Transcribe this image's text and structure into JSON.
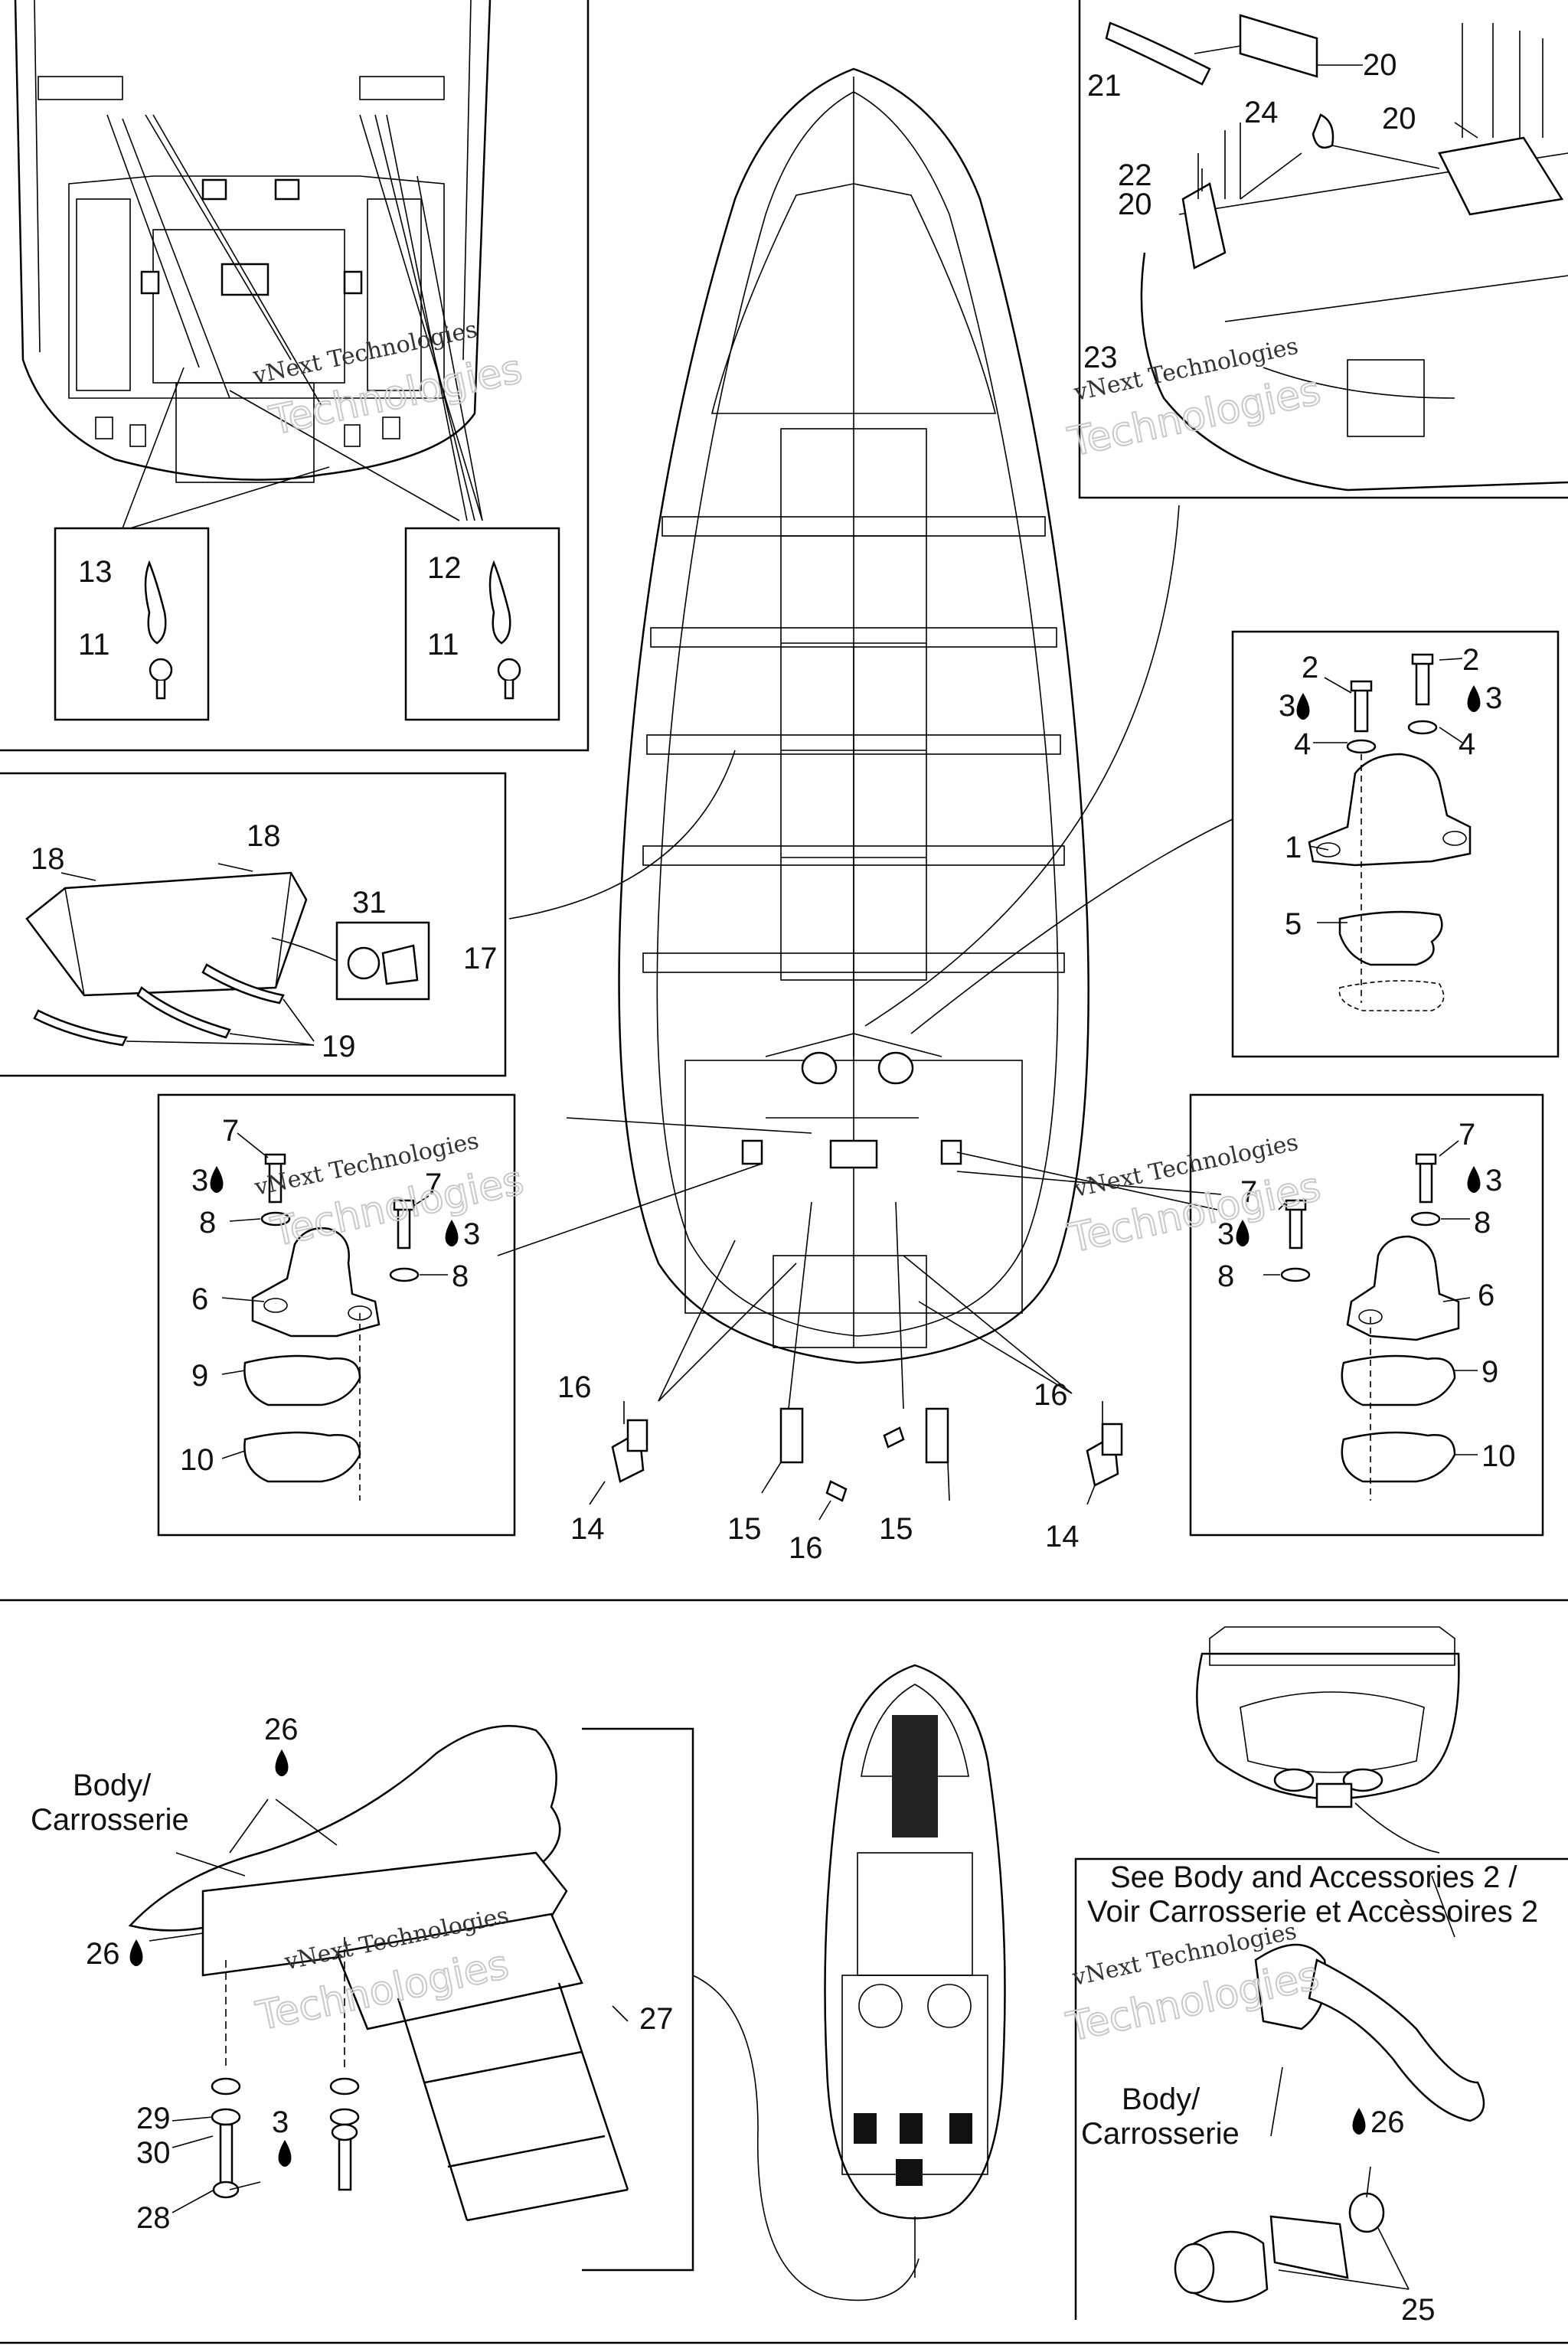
{
  "watermark": {
    "line1": "vNext Technologies",
    "line2": "Technologies"
  },
  "captions": {
    "body_fr": "Body/",
    "carrosserie": "Carrosserie",
    "see_body_en": "See Body and Accessories 2 /",
    "see_body_fr": "Voir Carrosserie et Accèssoires 2"
  },
  "callouts": {
    "c1": "1",
    "c2": "2",
    "c3": "3",
    "c4": "4",
    "c5": "5",
    "c6": "6",
    "c7": "7",
    "c8": "8",
    "c9": "9",
    "c10": "10",
    "c11": "11",
    "c12": "12",
    "c13": "13",
    "c14": "14",
    "c15": "15",
    "c16": "16",
    "c17": "17",
    "c18": "18",
    "c19": "19",
    "c20": "20",
    "c21": "21",
    "c22": "22",
    "c23": "23",
    "c24": "24",
    "c25": "25",
    "c26": "26",
    "c27": "27",
    "c28": "28",
    "c29": "29",
    "c30": "30",
    "c31": "31"
  }
}
